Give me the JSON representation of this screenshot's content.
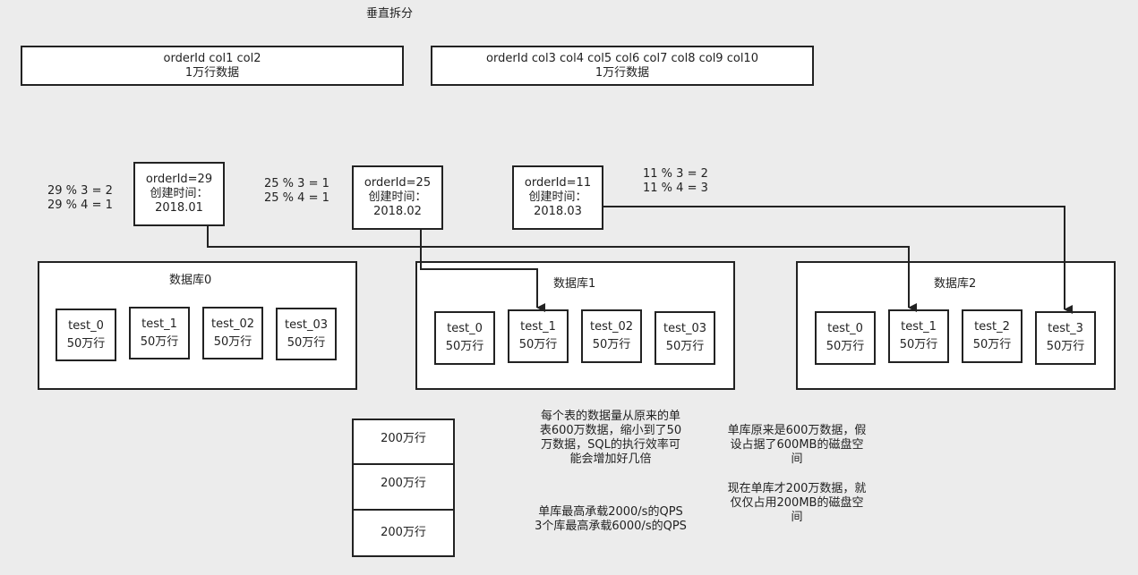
{
  "title": "垂直拆分",
  "vertical_split": {
    "left": {
      "line1": "orderId col1 col2",
      "line2": "1万行数据"
    },
    "right": {
      "line1": "orderId col3 col4 col5 col6 col7 col8 col9 col10",
      "line2": "1万行数据"
    }
  },
  "orders": [
    {
      "id_line": "orderId=29",
      "time_label": "创建时间：",
      "date": "2018.01",
      "mod3": "29 % 3 = 2",
      "mod4": "29 % 4 = 1"
    },
    {
      "id_line": "orderId=25",
      "time_label": "创建时间：",
      "date": "2018.02",
      "mod3": "25 % 3 = 1",
      "mod4": "25 % 4 = 1"
    },
    {
      "id_line": "orderId=11",
      "time_label": "创建时间：",
      "date": "2018.03",
      "mod3": "11 % 3 = 2",
      "mod4": "11 % 4 = 3"
    }
  ],
  "databases": [
    {
      "name": "数据库0",
      "tables": [
        {
          "name": "test_0",
          "rows": "50万行"
        },
        {
          "name": "test_1",
          "rows": "50万行"
        },
        {
          "name": "test_02",
          "rows": "50万行"
        },
        {
          "name": "test_03",
          "rows": "50万行"
        }
      ]
    },
    {
      "name": "数据库1",
      "tables": [
        {
          "name": "test_0",
          "rows": "50万行"
        },
        {
          "name": "test_1",
          "rows": "50万行"
        },
        {
          "name": "test_02",
          "rows": "50万行"
        },
        {
          "name": "test_03",
          "rows": "50万行"
        }
      ]
    },
    {
      "name": "数据库2",
      "tables": [
        {
          "name": "test_0",
          "rows": "50万行"
        },
        {
          "name": "test_1",
          "rows": "50万行"
        },
        {
          "name": "test_2",
          "rows": "50万行"
        },
        {
          "name": "test_3",
          "rows": "50万行"
        }
      ]
    }
  ],
  "stack": [
    "200万行",
    "200万行",
    "200万行"
  ],
  "notes": {
    "efficiency": [
      "每个表的数据量从原来的单",
      "表600万数据，缩小到了50",
      "万数据，SQL的执行效率可",
      "能会增加好几倍"
    ],
    "qps": [
      "单库最高承载2000/s的QPS",
      "3个库最高承载6000/s的QPS"
    ],
    "disk_before": [
      "单库原来是600万数据，假",
      "设占据了600MB的磁盘空",
      "间"
    ],
    "disk_after": [
      "现在单库才200万数据，就",
      "仅仅占用200MB的磁盘空",
      "间"
    ]
  }
}
